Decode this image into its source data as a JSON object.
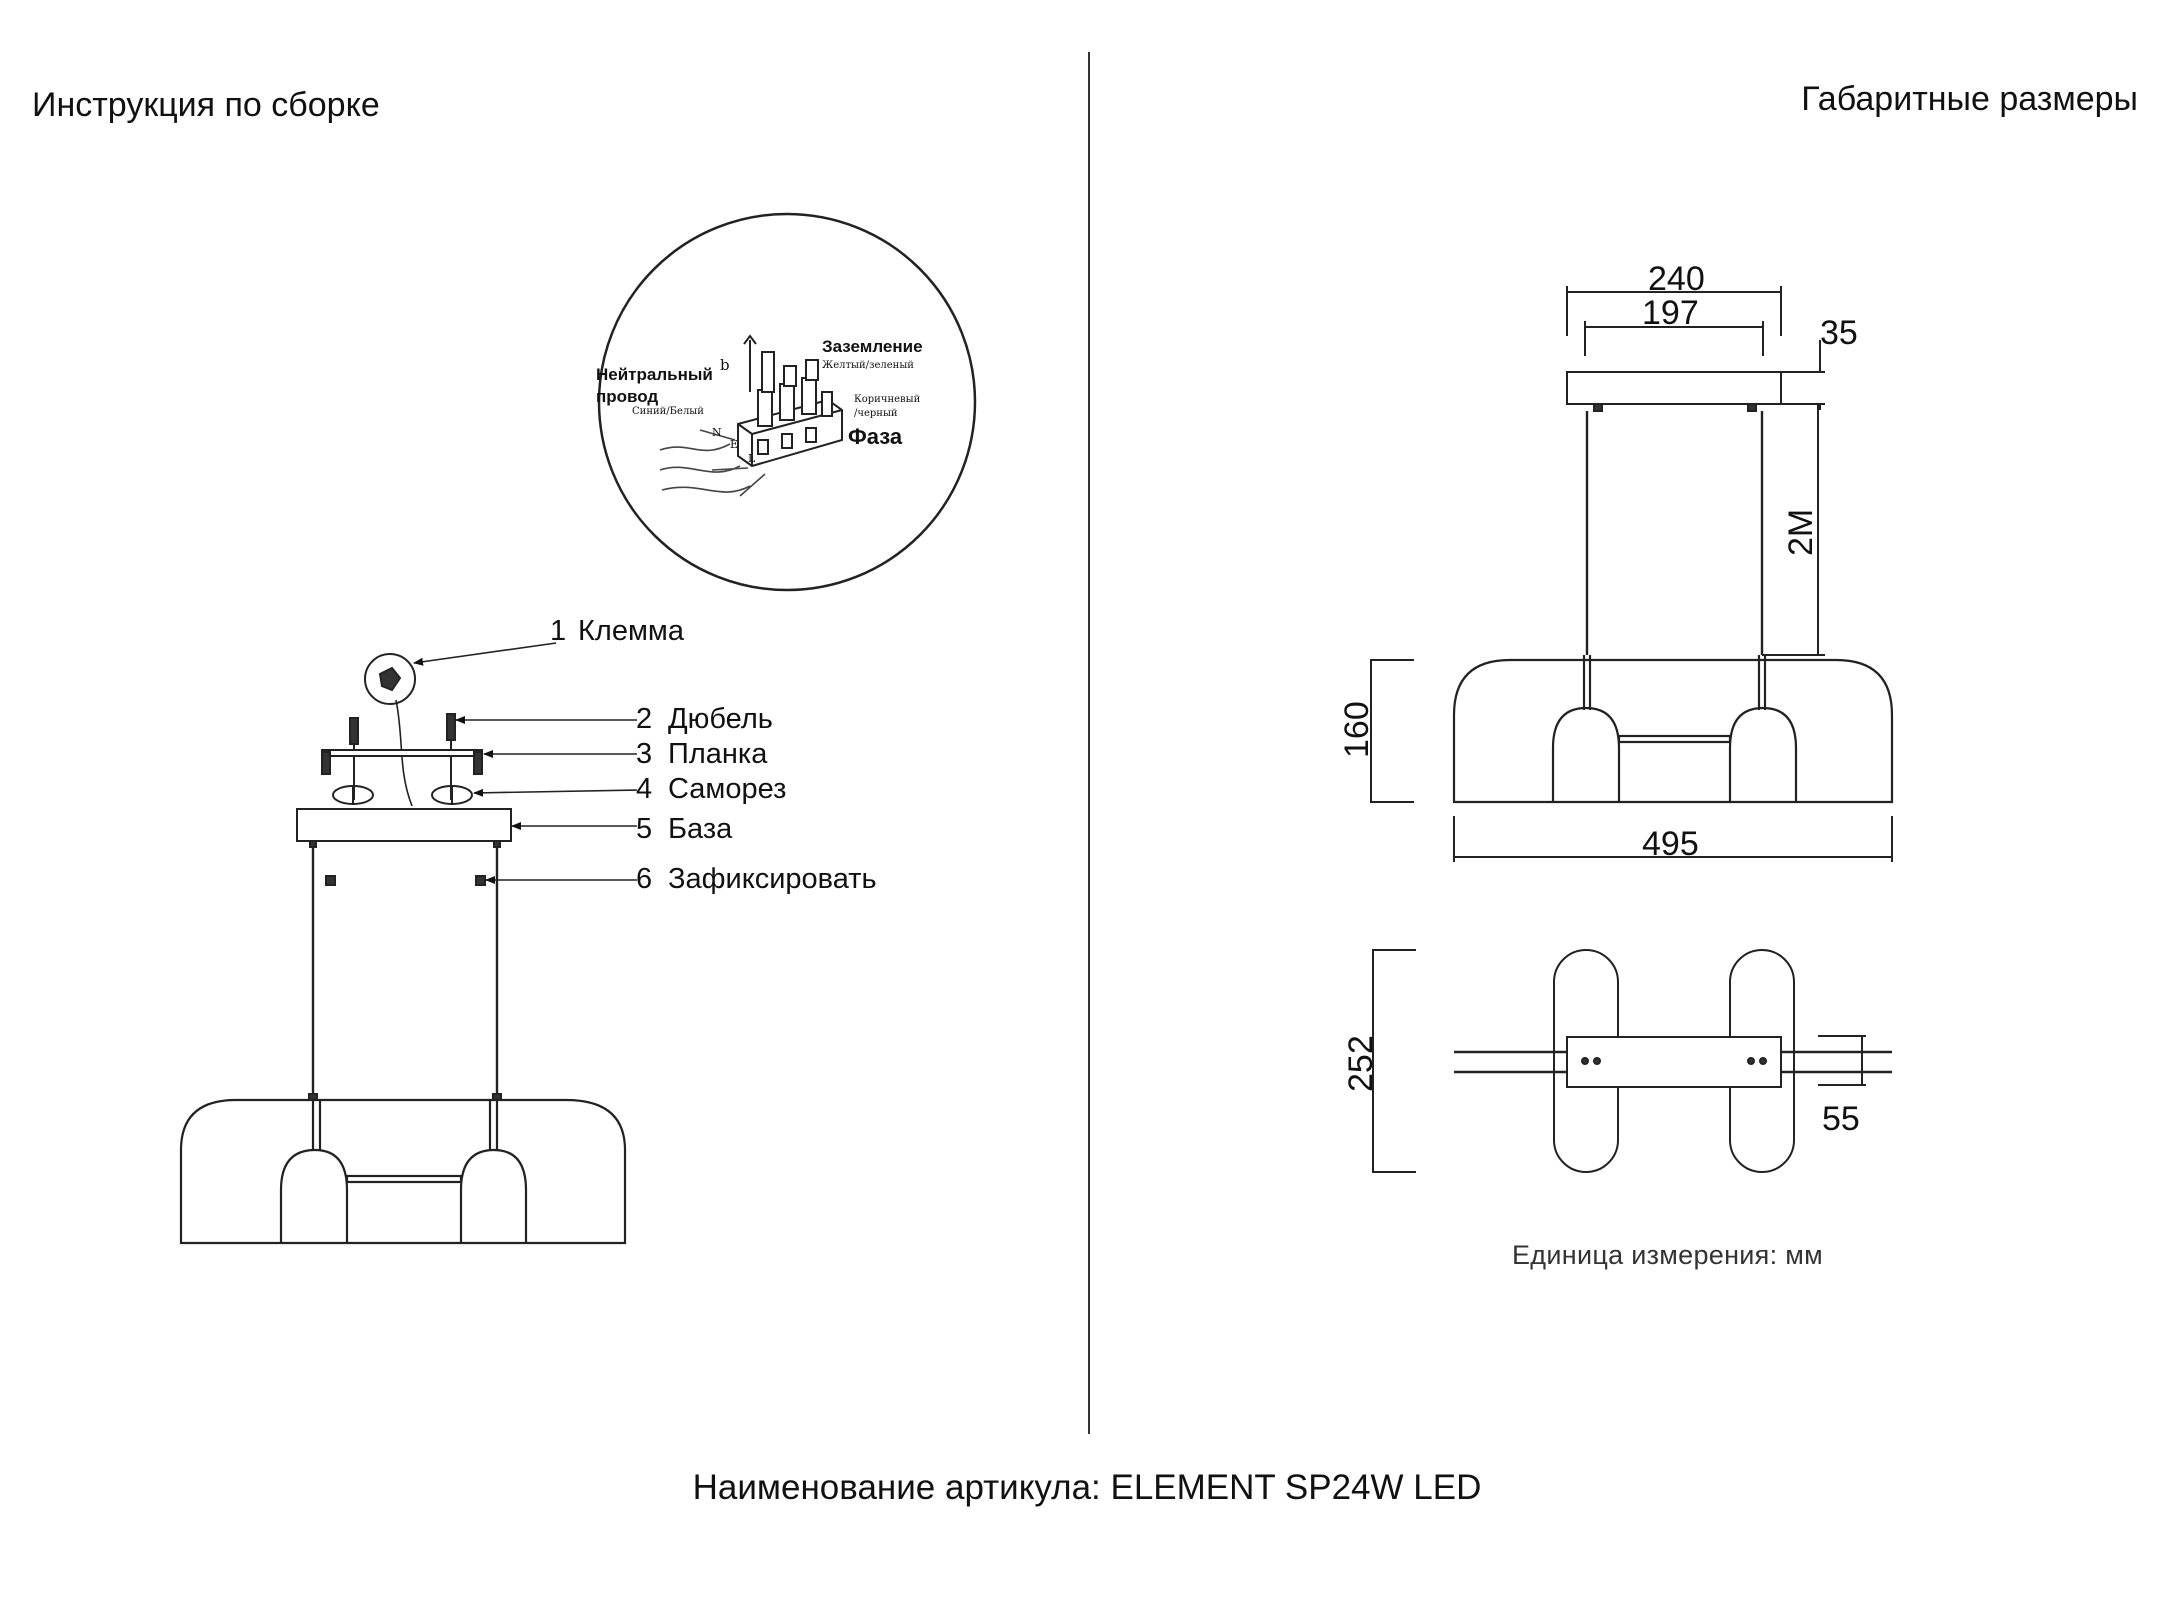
{
  "headings": {
    "assembly": "Инструкция по сборке",
    "dimensions": "Габаритные размеры"
  },
  "wiring": {
    "neutral": "Нейтральный",
    "neutral_2": "провод",
    "neutral_color": "Синий/Белый",
    "ground": "Заземление",
    "ground_color": "Желтый/зеленый",
    "phase_color": "Коричневый",
    "phase_color_2": "/черный",
    "phase": "Фаза",
    "letter_b": "b",
    "letter_n": "N",
    "letter_e": "E",
    "letter_l": "L"
  },
  "callouts": [
    {
      "num": "1",
      "label": "Клемма"
    },
    {
      "num": "2",
      "label": "Дюбель"
    },
    {
      "num": "3",
      "label": "Планка"
    },
    {
      "num": "4",
      "label": "Саморез"
    },
    {
      "num": "5",
      "label": "База"
    },
    {
      "num": "6",
      "label": "Зафиксировать"
    }
  ],
  "dimensions": {
    "canopy_width": "240",
    "canopy_inner": "197",
    "canopy_height": "35",
    "cable_length": "2M",
    "shade_height": "160",
    "total_width": "495",
    "depth": "252",
    "bar_width": "55"
  },
  "units": "Единица измерения: мм",
  "article": "Наименование артикула: ELEMENT SP24W LED"
}
